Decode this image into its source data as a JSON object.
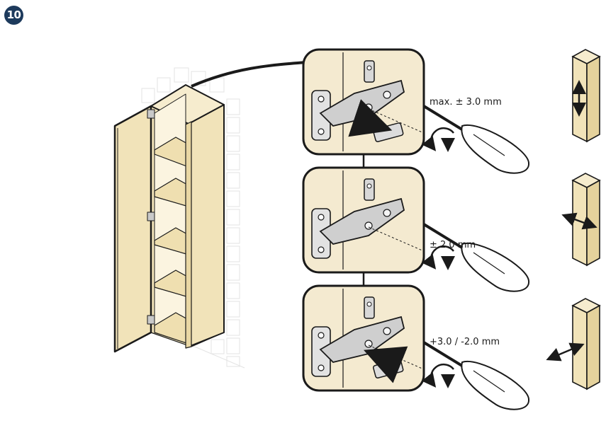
{
  "step": {
    "number": "10"
  },
  "adjustments": [
    {
      "id": "depth",
      "measure": "max. ± 3.0 mm",
      "arrow": "vertical-double-arrow"
    },
    {
      "id": "side",
      "measure": "± 2.0 mm",
      "arrow": "horizontal-double-arrow"
    },
    {
      "id": "height",
      "measure": "+3.0 / -2.0 mm",
      "arrow": "diagonal-double-arrow"
    }
  ],
  "colors": {
    "badge": "#1d3a5c",
    "wood": "#f1e3b9",
    "panel_bg": "#f4ead0",
    "outline": "#1a1a1a",
    "hinge": "#c9c9c9",
    "tile": "#e6e6e6"
  }
}
